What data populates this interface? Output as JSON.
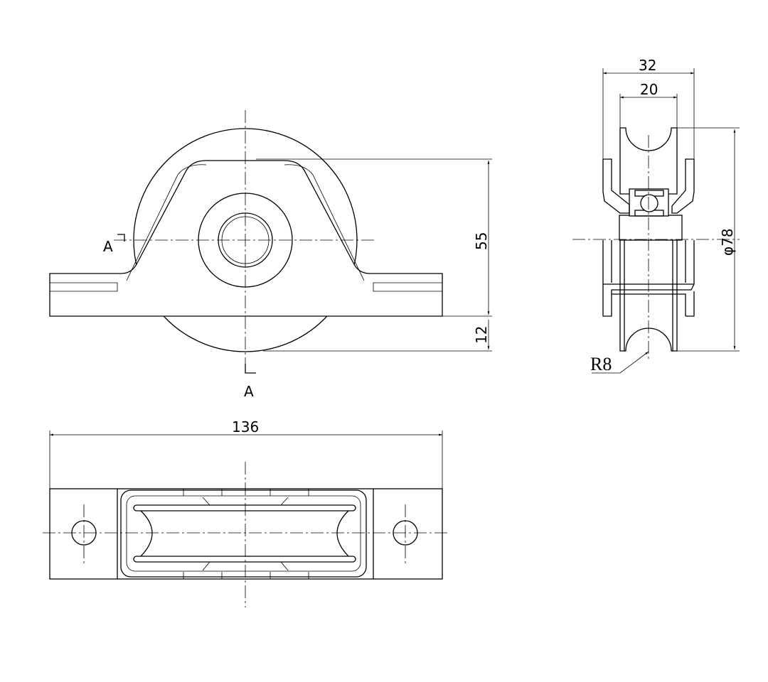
{
  "front_view": {
    "section_label_left": "A",
    "section_label_bottom": "A",
    "dim_height": "55",
    "dim_base": "12"
  },
  "side_view": {
    "dim_outer_width": "32",
    "dim_wheel_width": "20",
    "dim_diameter": "φ78",
    "dim_radius": "R8"
  },
  "bottom_view": {
    "dim_length": "136"
  }
}
